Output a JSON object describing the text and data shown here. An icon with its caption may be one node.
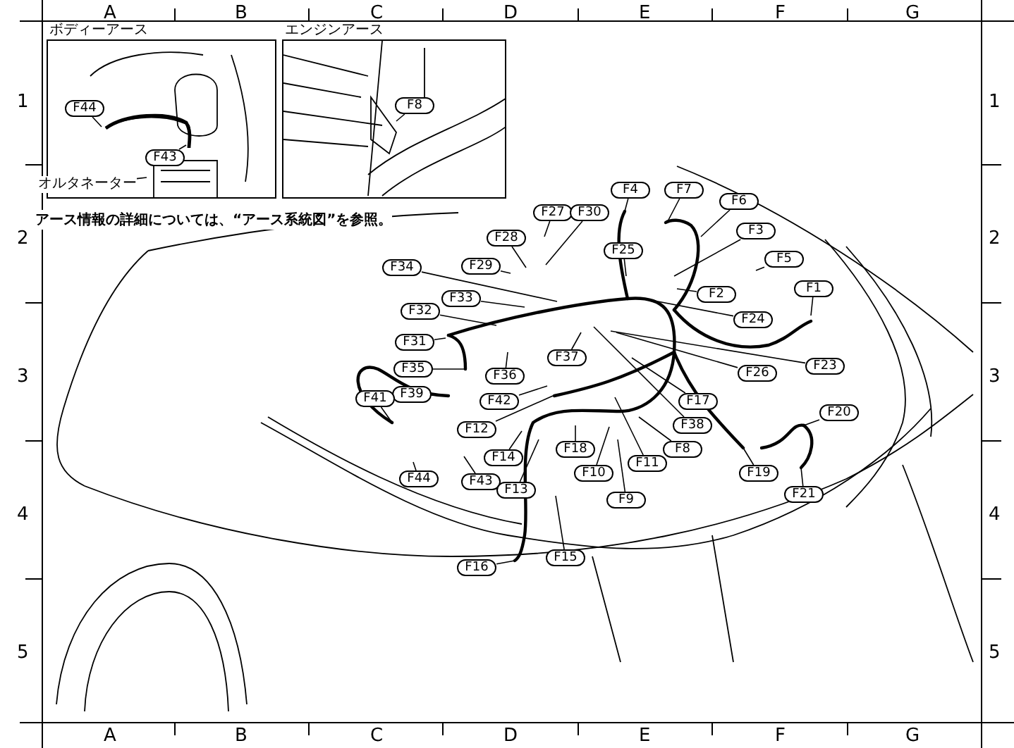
{
  "diagram": {
    "nodes": [
      {
        "text": [
          "ボディーアース"
        ]
      },
      {
        "text": [
          "F44"
        ],
        "in": 0
      },
      {
        "text": [
          "F43"
        ],
        "in": 0
      },
      {
        "text": [
          "オルタネーター"
        ],
        "in": 0
      },
      {
        "text": [
          "エンジンアース"
        ]
      },
      {
        "text": [
          "F8"
        ],
        "in": 4
      },
      {
        "text": [
          "F4"
        ]
      },
      {
        "text": [
          "F7"
        ]
      },
      {
        "text": [
          "F6"
        ]
      },
      {
        "text": [
          "F27"
        ]
      },
      {
        "text": [
          "F30"
        ]
      },
      {
        "text": [
          "F3"
        ]
      },
      {
        "text": [
          "F28"
        ]
      },
      {
        "text": [
          "F25"
        ]
      },
      {
        "text": [
          "F5"
        ]
      },
      {
        "text": [
          "F34"
        ]
      },
      {
        "text": [
          "F29"
        ]
      },
      {
        "text": [
          "F2"
        ]
      },
      {
        "text": [
          "F1"
        ]
      },
      {
        "text": [
          "F33"
        ]
      },
      {
        "text": [
          "F32"
        ]
      },
      {
        "text": [
          "F24"
        ]
      },
      {
        "text": [
          "F31"
        ]
      },
      {
        "text": [
          "F37"
        ]
      },
      {
        "text": [
          "F23"
        ]
      },
      {
        "text": [
          "F35"
        ]
      },
      {
        "text": [
          "F26"
        ]
      },
      {
        "text": [
          "F36"
        ]
      },
      {
        "text": [
          "F39"
        ]
      },
      {
        "text": [
          "F41"
        ]
      },
      {
        "text": [
          "F42"
        ]
      },
      {
        "text": [
          "F17"
        ]
      },
      {
        "text": [
          "F20"
        ]
      },
      {
        "text": [
          "F38"
        ]
      },
      {
        "text": [
          "F12"
        ]
      },
      {
        "text": [
          "F8"
        ]
      },
      {
        "text": [
          "F18"
        ]
      },
      {
        "text": [
          "F14"
        ]
      },
      {
        "text": [
          "F11"
        ]
      },
      {
        "text": [
          "F19"
        ]
      },
      {
        "text": [
          "F10"
        ]
      },
      {
        "text": [
          "F44"
        ]
      },
      {
        "text": [
          "F43"
        ]
      },
      {
        "text": [
          "F13"
        ]
      },
      {
        "text": [
          "F21"
        ]
      },
      {
        "text": [
          "F9"
        ]
      },
      {
        "text": [
          "F15"
        ]
      },
      {
        "text": [
          "F16"
        ]
      }
    ],
    "edges": [
      {
        "from": 1,
        "to": null,
        "arrow": "none"
      },
      {
        "from": 2,
        "to": null,
        "arrow": "none"
      },
      {
        "from": 3,
        "to": null,
        "arrow": "none"
      },
      {
        "from": 5,
        "to": null,
        "arrow": "none"
      },
      {
        "from": 6,
        "to": null,
        "arrow": "none"
      },
      {
        "from": 7,
        "to": null,
        "arrow": "none"
      },
      {
        "from": 8,
        "to": null,
        "arrow": "none"
      },
      {
        "from": 9,
        "to": null,
        "arrow": "none"
      },
      {
        "from": 10,
        "to": null,
        "arrow": "none"
      },
      {
        "from": 11,
        "to": null,
        "arrow": "none"
      },
      {
        "from": 12,
        "to": null,
        "arrow": "none"
      },
      {
        "from": 13,
        "to": null,
        "arrow": "none"
      },
      {
        "from": 14,
        "to": null,
        "arrow": "none"
      },
      {
        "from": 15,
        "to": null,
        "arrow": "none"
      },
      {
        "from": 16,
        "to": null,
        "arrow": "none"
      },
      {
        "from": 17,
        "to": null,
        "arrow": "none"
      },
      {
        "from": 18,
        "to": null,
        "arrow": "none"
      },
      {
        "from": 19,
        "to": null,
        "arrow": "none"
      },
      {
        "from": 20,
        "to": null,
        "arrow": "none"
      },
      {
        "from": 21,
        "to": null,
        "arrow": "none"
      },
      {
        "from": 22,
        "to": null,
        "arrow": "none"
      },
      {
        "from": 23,
        "to": null,
        "arrow": "none"
      },
      {
        "from": 24,
        "to": null,
        "arrow": "none"
      },
      {
        "from": 25,
        "to": null,
        "arrow": "none"
      },
      {
        "from": 26,
        "to": null,
        "arrow": "none"
      },
      {
        "from": 27,
        "to": null,
        "arrow": "none"
      },
      {
        "from": 28,
        "to": null,
        "arrow": "none"
      },
      {
        "from": 29,
        "to": null,
        "arrow": "none"
      },
      {
        "from": 30,
        "to": null,
        "arrow": "none"
      },
      {
        "from": 31,
        "to": null,
        "arrow": "none"
      },
      {
        "from": 32,
        "to": null,
        "arrow": "none"
      },
      {
        "from": 33,
        "to": null,
        "arrow": "none"
      },
      {
        "from": 34,
        "to": null,
        "arrow": "none"
      },
      {
        "from": 35,
        "to": null,
        "arrow": "none"
      },
      {
        "from": 36,
        "to": null,
        "arrow": "none"
      },
      {
        "from": 37,
        "to": null,
        "arrow": "none"
      },
      {
        "from": 38,
        "to": null,
        "arrow": "none"
      },
      {
        "from": 39,
        "to": null,
        "arrow": "none"
      },
      {
        "from": 40,
        "to": null,
        "arrow": "none"
      },
      {
        "from": 41,
        "to": null,
        "arrow": "none"
      },
      {
        "from": 42,
        "to": null,
        "arrow": "none"
      },
      {
        "from": 43,
        "to": null,
        "arrow": "none"
      },
      {
        "from": 44,
        "to": null,
        "arrow": "none"
      },
      {
        "from": 45,
        "to": null,
        "arrow": "none"
      },
      {
        "from": 46,
        "to": null,
        "arrow": "none"
      },
      {
        "from": 47,
        "to": null,
        "arrow": "none"
      }
    ],
    "labels": [
      "A",
      "B",
      "C",
      "D",
      "E",
      "F",
      "G",
      "1",
      "1",
      "アース情報の詳細については、“アース系統図”を参照。",
      "2",
      "2",
      "3",
      "3",
      "4",
      "4",
      "5",
      "5",
      "A",
      "B",
      "C",
      "D",
      "E",
      "F",
      "G"
    ]
  }
}
